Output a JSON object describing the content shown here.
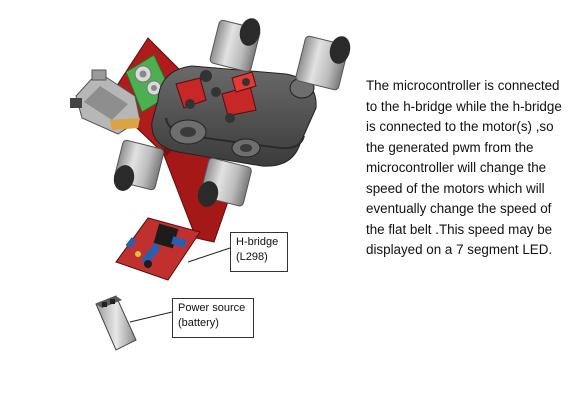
{
  "description": "The microcontroller is connected to the h-bridge while the h-bridge is connected to the motor(s) ,so the generated pwm from the microcontroller will change the speed of the motors which will eventually change the speed of the flat belt .This speed may be displayed on a 7 segment LED.",
  "callouts": {
    "hbridge": "H-bridge\n(L298)",
    "power": "Power source\n(battery)"
  },
  "colors": {
    "frame": "#b01b1b",
    "body": "#4d4d4d",
    "motor": "#c8c8c8",
    "board": "#c0302f",
    "pcb_green": "#4caf50",
    "connector": "#2a5fb0"
  }
}
